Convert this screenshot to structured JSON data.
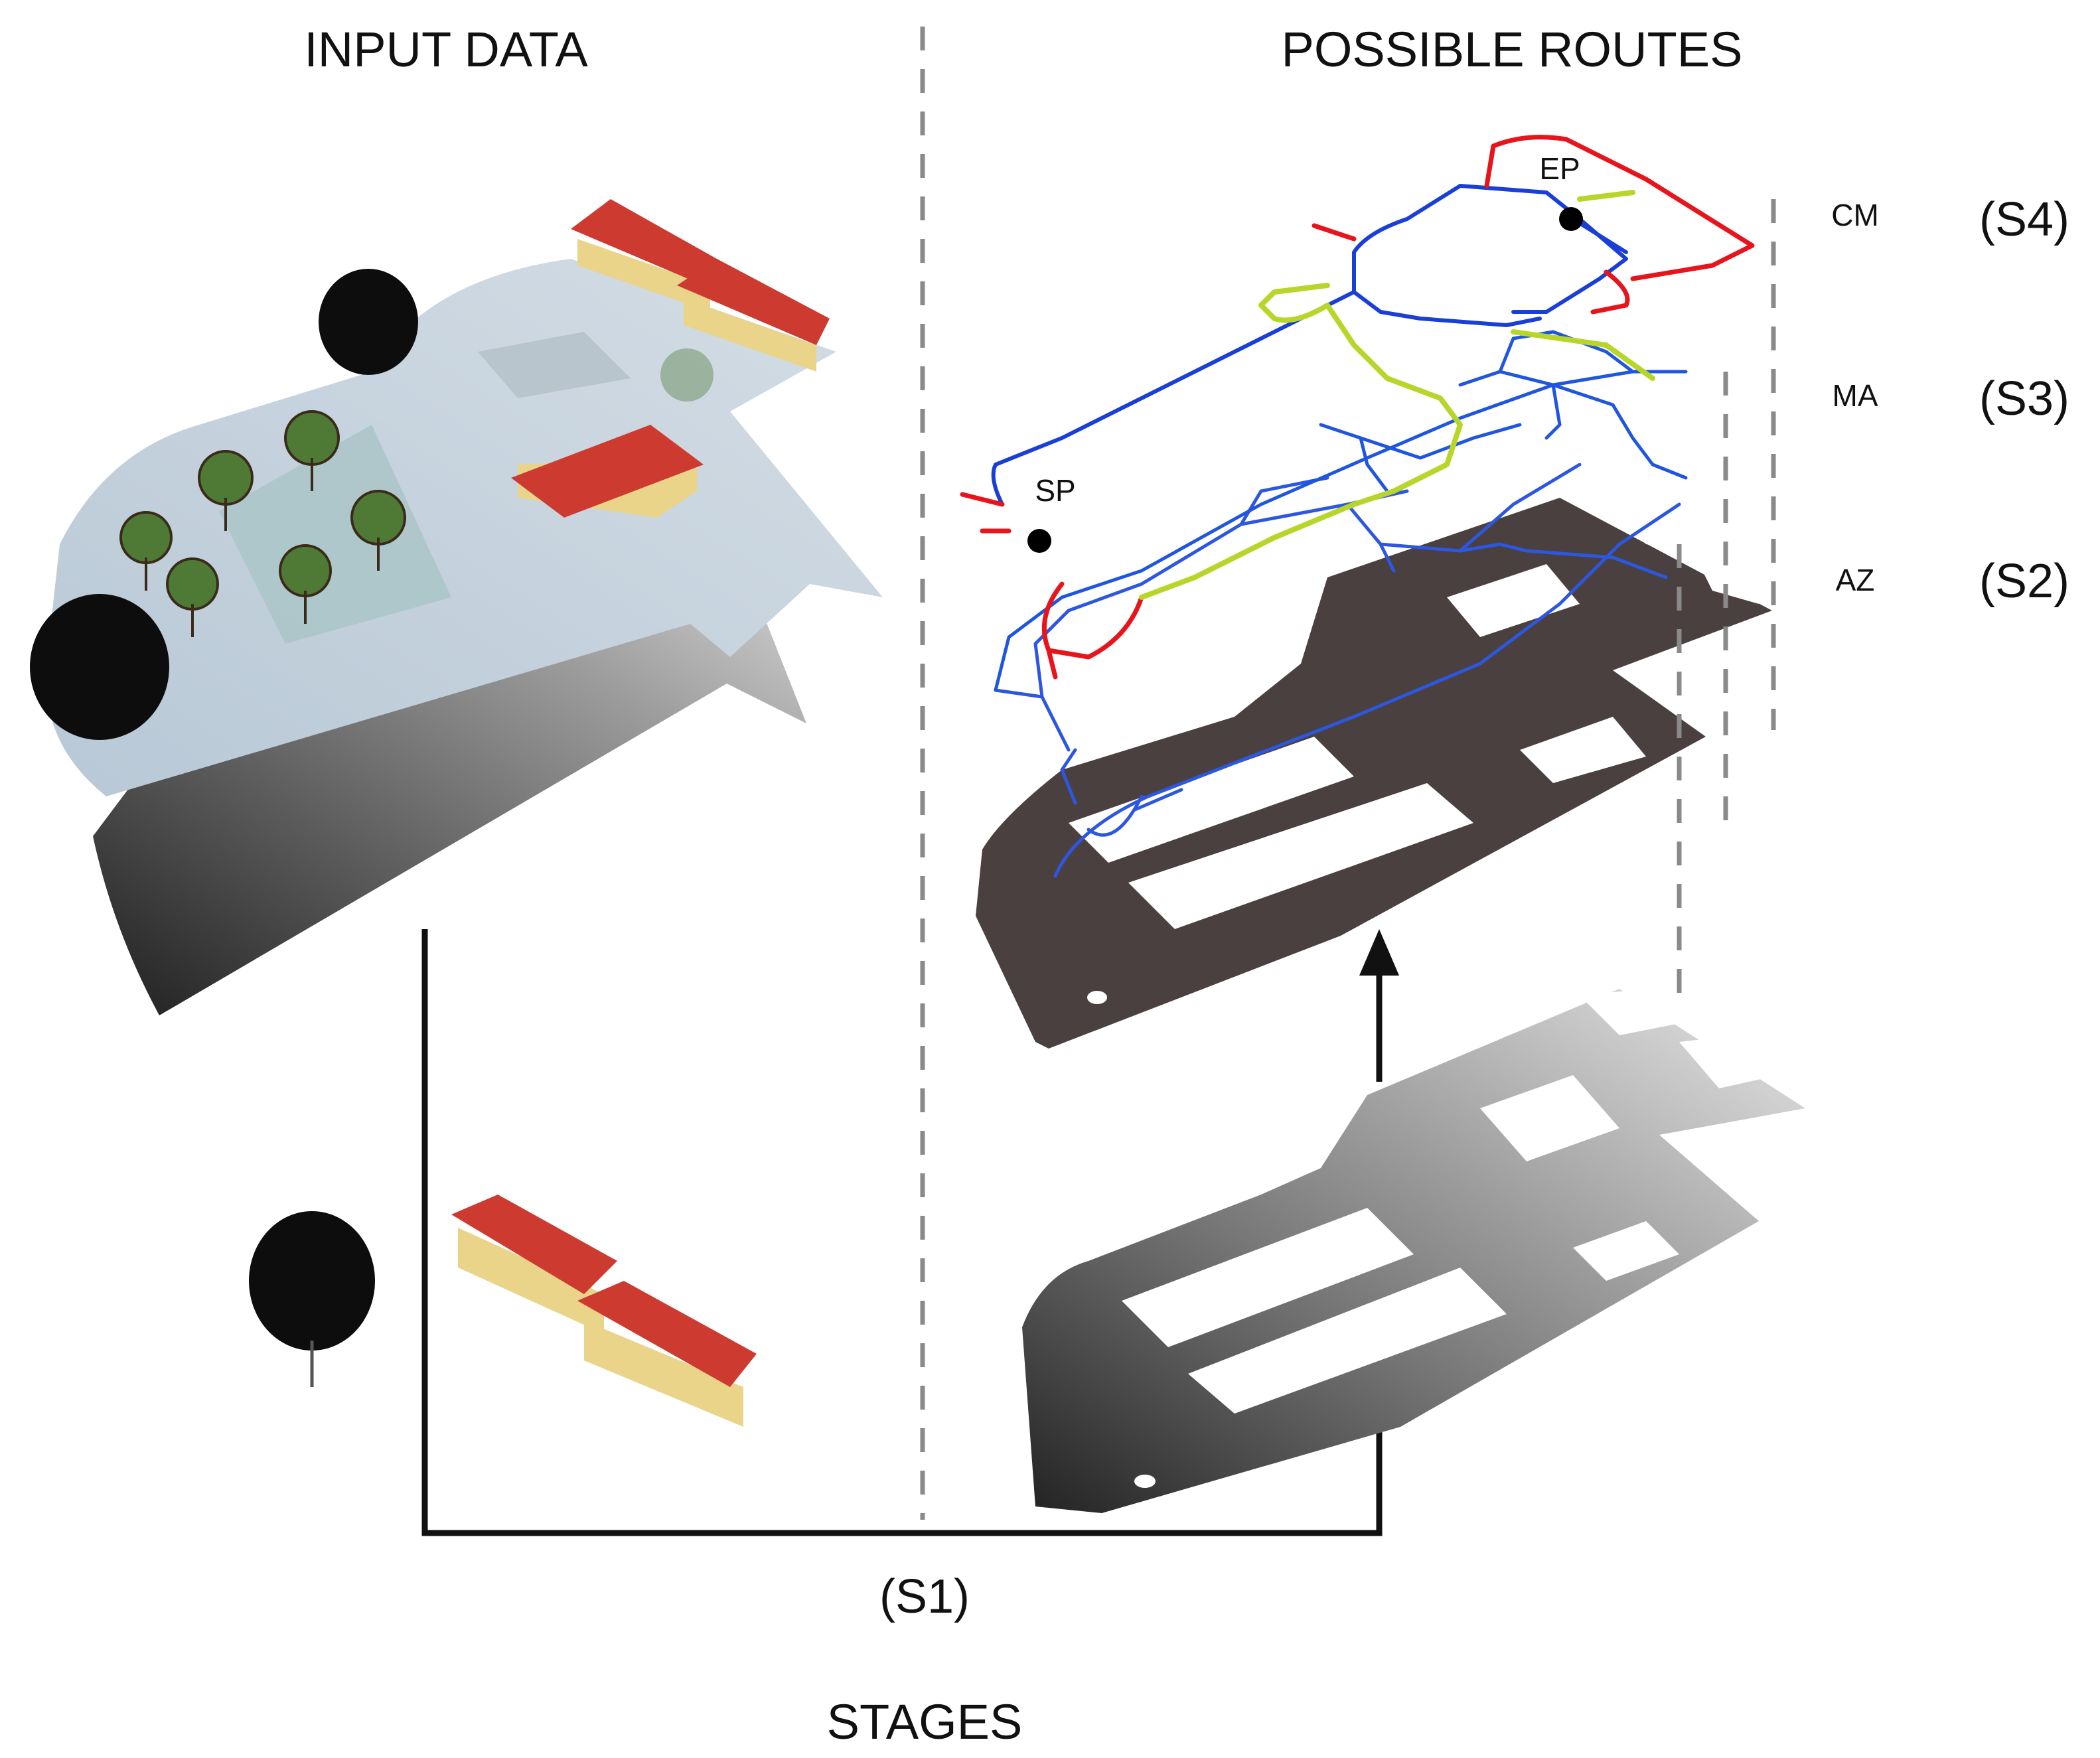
{
  "headings": {
    "input_data": "INPUT DATA",
    "possible_routes": "POSSIBLE ROUTES",
    "stages": "STAGES"
  },
  "stages": {
    "s1": "(S1)",
    "s2": "(S2)",
    "s3": "(S3)",
    "s4": "(S4)"
  },
  "layers": {
    "cm": "CM",
    "ma": "MA",
    "az": "AZ"
  },
  "points": {
    "start": "SP",
    "end": "EP"
  },
  "colors": {
    "route_blue": "#1a3fd6",
    "route_red": "#e8141b",
    "route_lime": "#b8d62a",
    "dark_layer": "#4a4040",
    "roof": "#cc3a30",
    "wall": "#e9d48a",
    "ground": "#c9d6e0",
    "grass": "#a9c4c6"
  }
}
